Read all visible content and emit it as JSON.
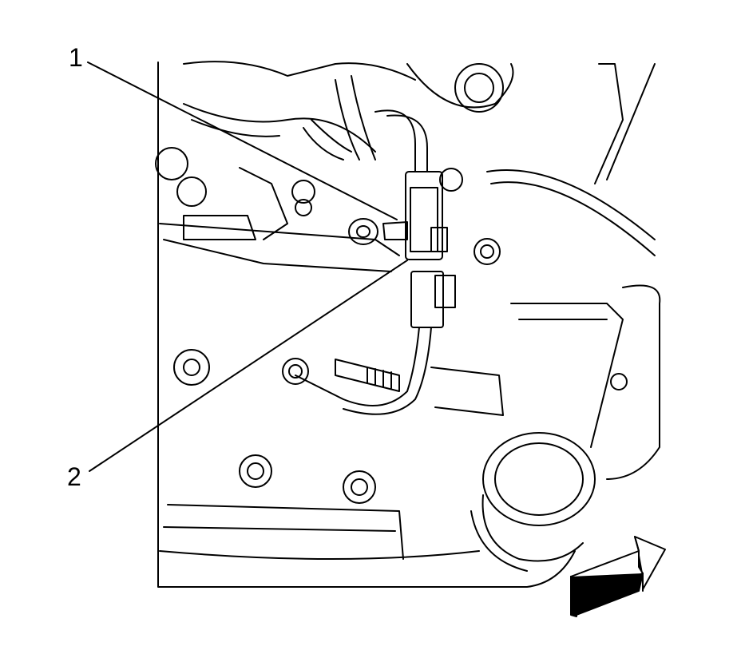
{
  "callouts": [
    {
      "id": "1",
      "text": "1"
    },
    {
      "id": "2",
      "text": "2"
    }
  ],
  "colors": {
    "line": "#000000",
    "background": "#ffffff"
  },
  "icons": {
    "direction": "front-direction-arrow-icon"
  }
}
